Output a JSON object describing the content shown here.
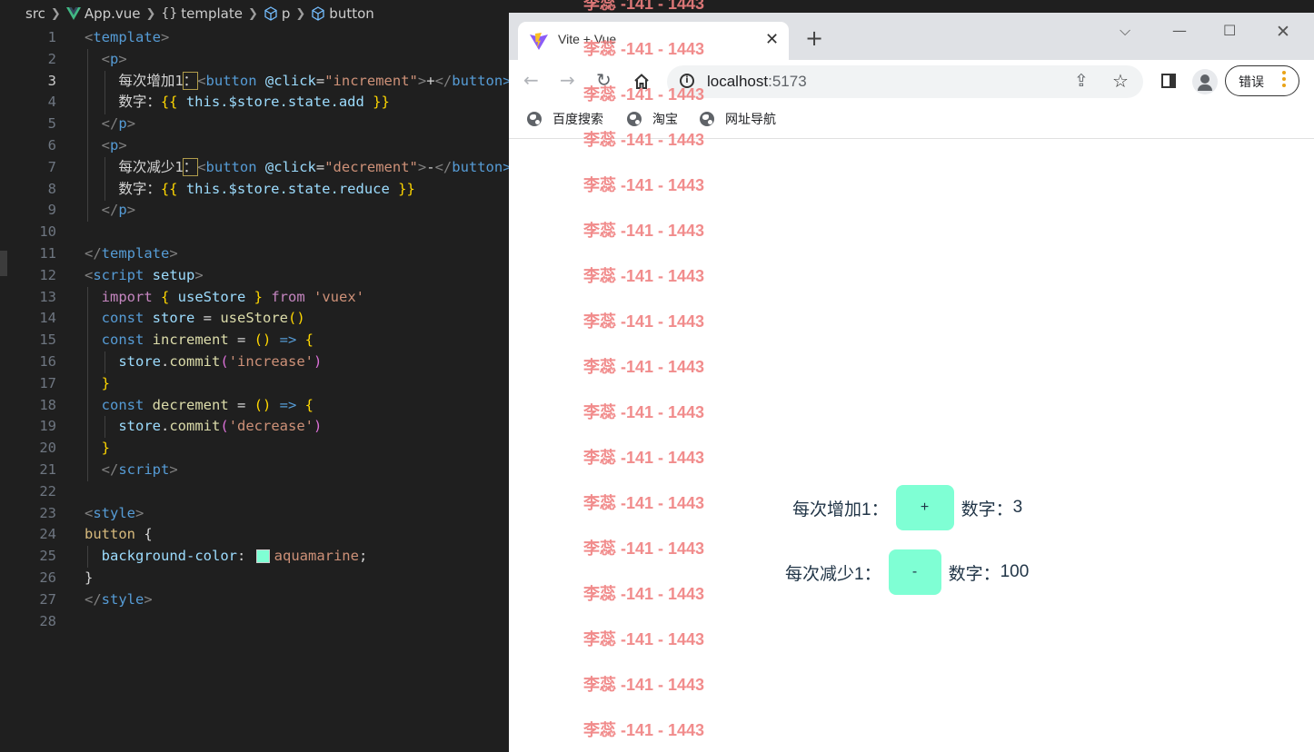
{
  "editor": {
    "breadcrumb": [
      "src",
      "App.vue",
      "template",
      "p",
      "button"
    ],
    "active_line": 3,
    "line_numbers": [
      "1",
      "2",
      "3",
      "4",
      "5",
      "6",
      "7",
      "8",
      "9",
      "10",
      "11",
      "12",
      "13",
      "14",
      "15",
      "16",
      "17",
      "18",
      "19",
      "20",
      "21",
      "22",
      "23",
      "24",
      "25",
      "26",
      "27",
      "28"
    ],
    "code": {
      "l1_open": "<",
      "l1_tag": "template",
      "l1_close": ">",
      "l2_open": "<",
      "l2_tag": "p",
      "l2_close": ">",
      "l3_text": "每次增加1",
      "l3_colon": "：",
      "l3_open": "<",
      "l3_tag": "button",
      "l3_attr": "@click",
      "l3_eq": "=",
      "l3_val": "\"increment\"",
      "l3_close": ">",
      "l3_content": "+",
      "l3_end_open": "</",
      "l3_end_tag": "button>",
      "l4_text": "数字：",
      "l4_br_open": "{{",
      "l4_expr": " this.$store.state.add ",
      "l4_br_close": "}}",
      "l5_open": "</",
      "l5_tag": "p",
      "l5_close": ">",
      "l6_open": "<",
      "l6_tag": "p",
      "l6_close": ">",
      "l7_text": "每次减少1",
      "l7_colon": "：",
      "l7_open": "<",
      "l7_tag": "button",
      "l7_attr": "@click",
      "l7_eq": "=",
      "l7_val": "\"decrement\"",
      "l7_close": ">",
      "l7_content": "-",
      "l7_end_open": "</",
      "l7_end_tag": "button>",
      "l8_text": "数字：",
      "l8_br_open": "{{",
      "l8_expr": " this.$store.state.reduce ",
      "l8_br_close": "}}",
      "l9_open": "</",
      "l9_tag": "p",
      "l9_close": ">",
      "l11_open": "</",
      "l11_tag": "template",
      "l11_close": ">",
      "l12_open": "<",
      "l12_tag": "script",
      "l12_attr": " setup",
      "l12_close": ">",
      "l13_kw": "import",
      "l13_b1": " { ",
      "l13_name": "useStore",
      "l13_b2": " } ",
      "l13_from": "from",
      "l13_str": " 'vuex'",
      "l14_decl": "const",
      "l14_name": " store",
      "l14_eq": " = ",
      "l14_fn": "useStore",
      "l14_paren": "()",
      "l15_decl": "const",
      "l15_name": " increment",
      "l15_eq": " = ",
      "l15_paren": "()",
      "l15_arrow": " => ",
      "l15_brace": "{",
      "l16_obj": "store",
      "l16_dot": ".",
      "l16_fn": "commit",
      "l16_p1": "(",
      "l16_str": "'increase'",
      "l16_p2": ")",
      "l17_brace": "}",
      "l18_decl": "const",
      "l18_name": " decrement",
      "l18_eq": " = ",
      "l18_paren": "()",
      "l18_arrow": " => ",
      "l18_brace": "{",
      "l19_obj": "store",
      "l19_dot": ".",
      "l19_fn": "commit",
      "l19_p1": "(",
      "l19_str": "'decrease'",
      "l19_p2": ")",
      "l20_brace": "}",
      "l21_open": "</",
      "l21_tag": "script",
      "l21_close": ">",
      "l23_open": "<",
      "l23_tag": "style",
      "l23_close": ">",
      "l24_sel": "button",
      "l24_brace": " {",
      "l25_prop": "background-color",
      "l25_colon": ": ",
      "l25_val": "aquamarine",
      "l25_semi": ";",
      "l26_brace": "}",
      "l27_open": "</",
      "l27_tag": "style",
      "l27_close": ">"
    }
  },
  "browser": {
    "tab_title": "Vite + Vue",
    "url_host": "localhost",
    "url_port": ":5173",
    "error_button": "错误",
    "bookmarks": [
      "百度搜索",
      "淘宝",
      "网址导航"
    ],
    "watermark": "李蕊 -141 - 1443",
    "app": {
      "row1_label": "每次增加1：",
      "row1_button": "+",
      "row1_value_label": "数字：",
      "row1_value": "3",
      "row2_label": "每次减少1：",
      "row2_button": "-",
      "row2_value_label": "数字：",
      "row2_value": "100"
    }
  },
  "colors": {
    "button_bg": "#7fffd4",
    "watermark": "#f08080",
    "editor_bg": "#1f1f1f"
  }
}
